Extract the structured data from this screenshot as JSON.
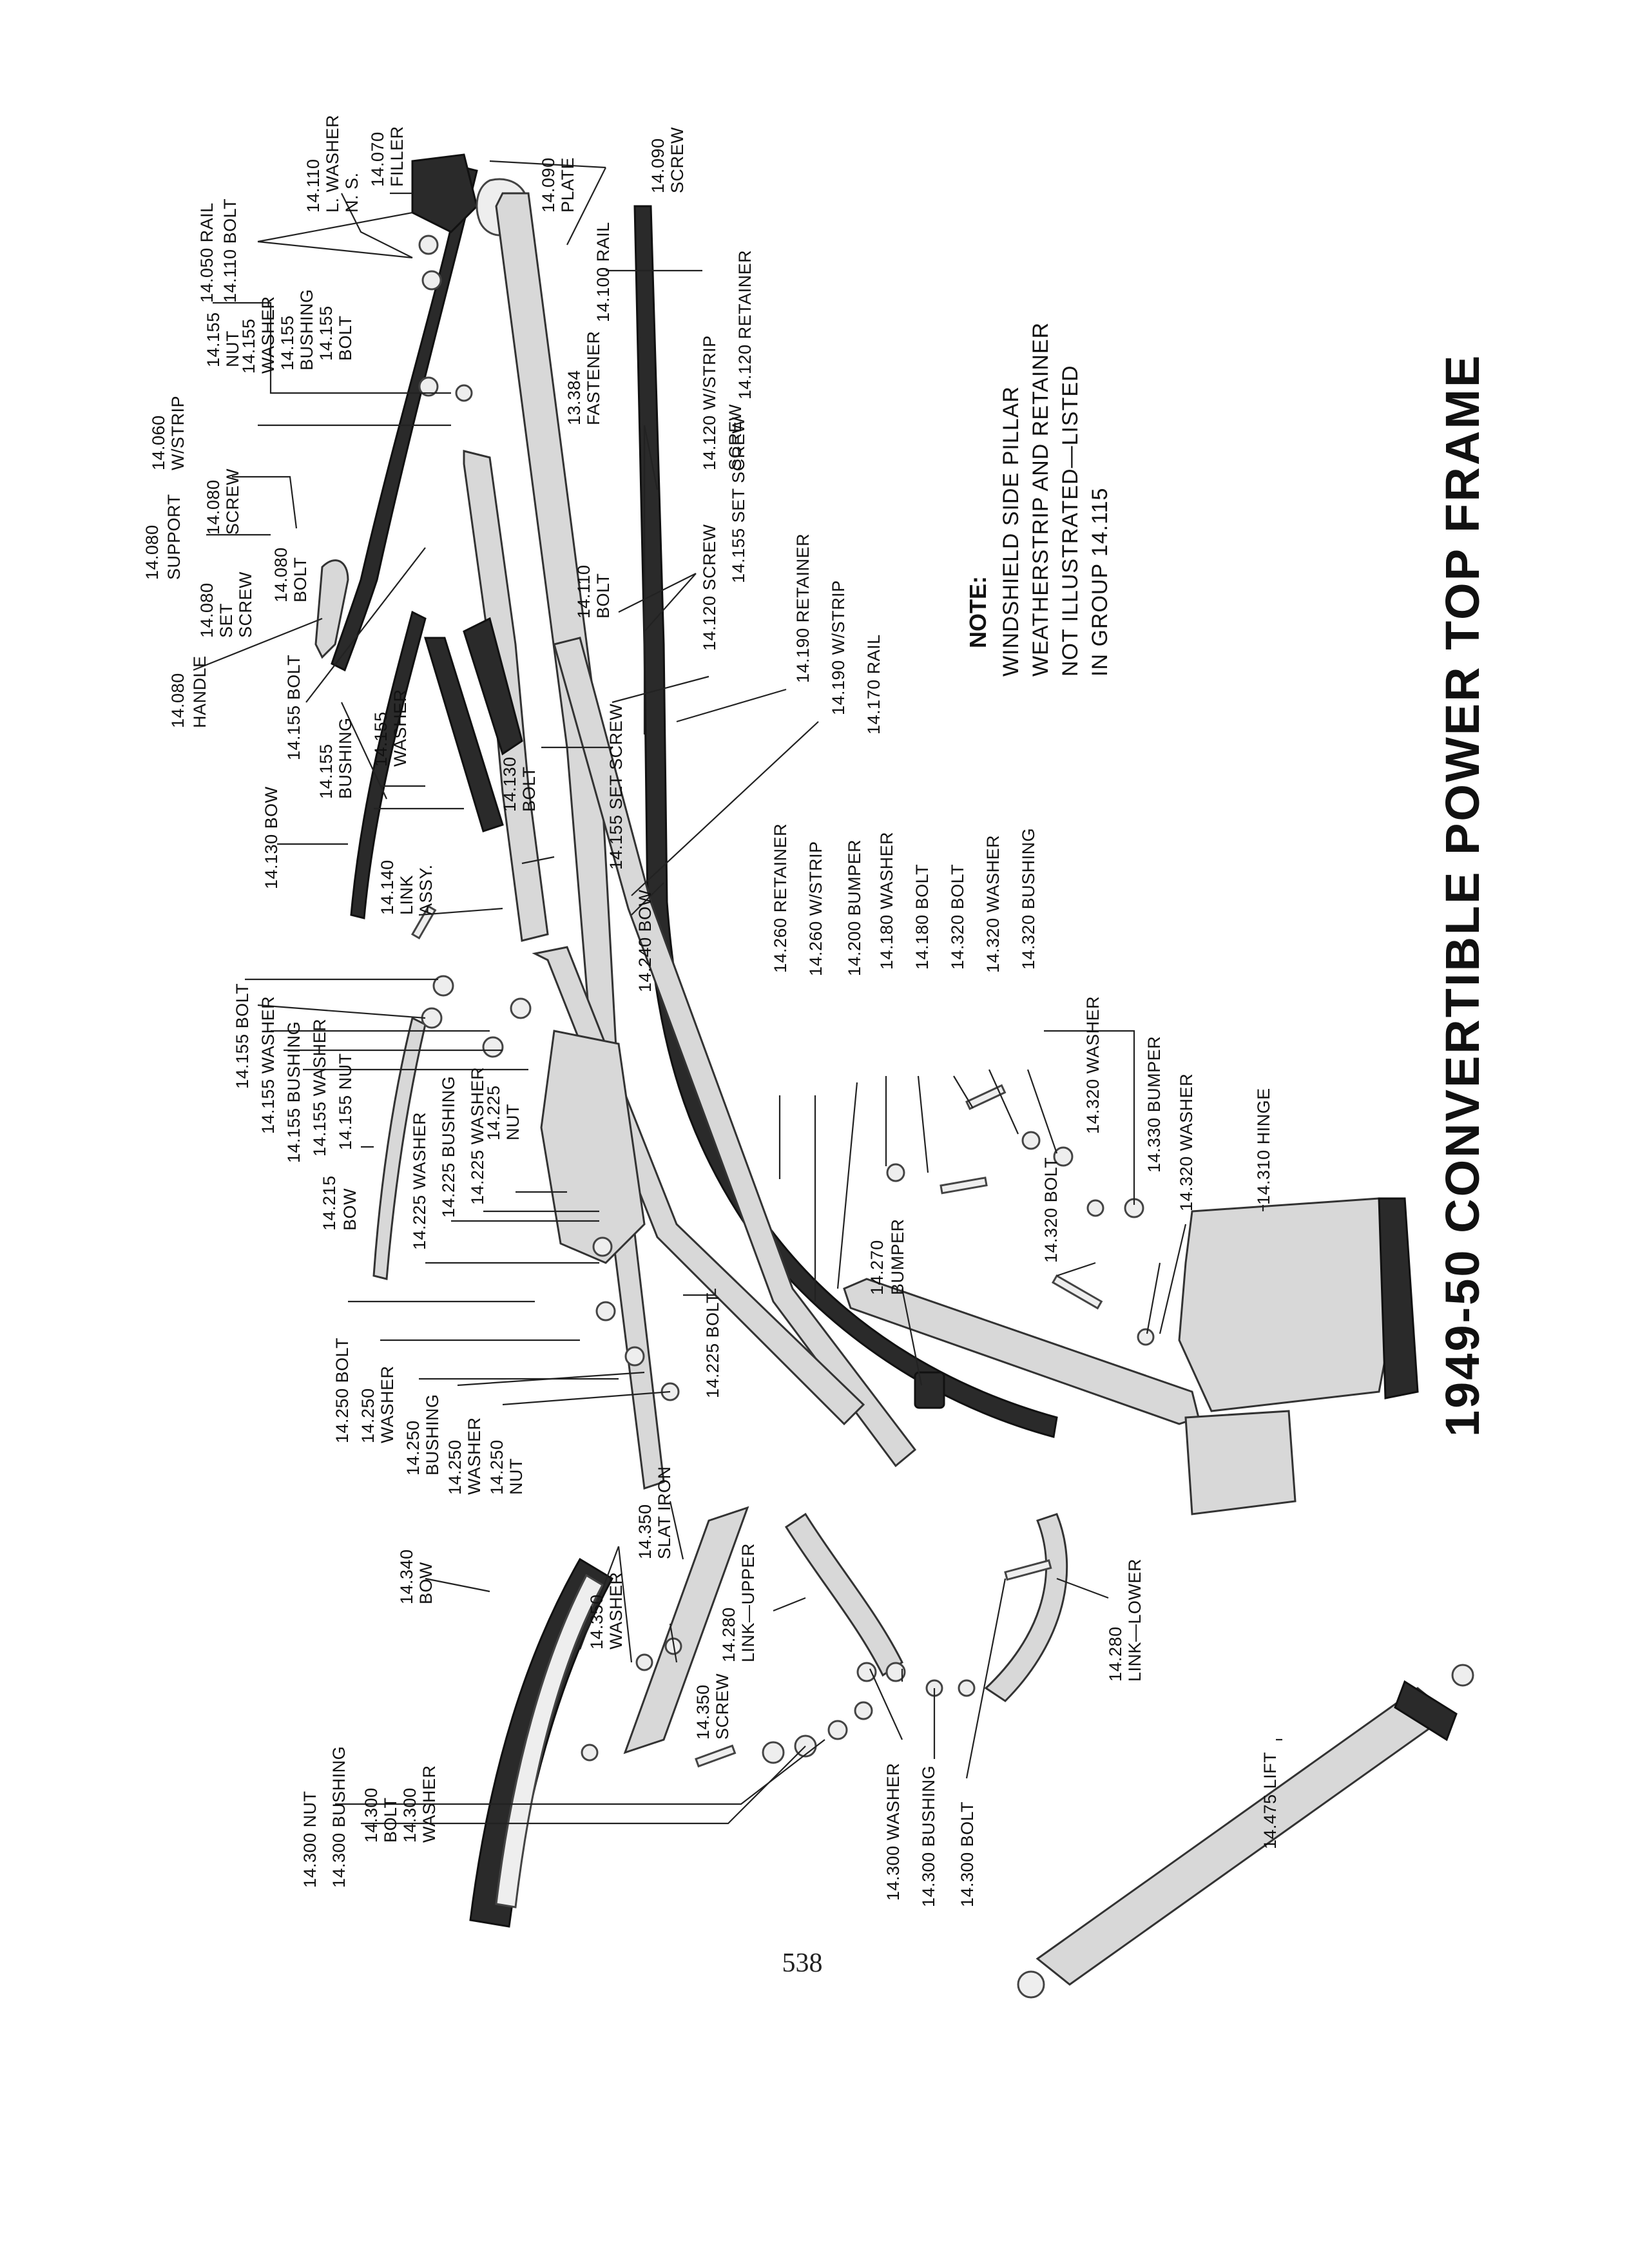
{
  "title": "1949-50 CONVERTIBLE POWER TOP FRAME",
  "page_number": "538",
  "note": {
    "heading": "NOTE:",
    "lines": [
      "WINDSHIELD SIDE PILLAR",
      "WEATHERSTRIP AND RETAINER",
      "NOT ILLUSTRATED—LISTED",
      "IN GROUP 14.115"
    ]
  },
  "labels": {
    "c1": [
      "14.050 RAIL",
      "14.110 BOLT"
    ],
    "c2": [
      "14.110",
      "L. WASHER",
      "N. S."
    ],
    "c3": [
      "14.070",
      "FILLER"
    ],
    "c4": [
      "14.090",
      "PLATE"
    ],
    "c5": [
      "14.090",
      "SCREW"
    ],
    "c6": [
      "14.155",
      "NUT"
    ],
    "c7": [
      "14.155",
      "WASHER"
    ],
    "c8": [
      "14.155",
      "BUSHING"
    ],
    "c9": [
      "14.155",
      "BOLT"
    ],
    "c10": [
      "14.060",
      "W/STRIP"
    ],
    "c11": [
      "14.080",
      "SUPPORT"
    ],
    "c12": [
      "14.080",
      "SCREW"
    ],
    "c13": [
      "14.080",
      "HANDLE"
    ],
    "c14": [
      "14.080",
      "SET",
      "SCREW"
    ],
    "c15": [
      "14.080",
      "BOLT"
    ],
    "c16": [
      "14.100 RAIL"
    ],
    "c17": [
      "13.384",
      "FASTENER"
    ],
    "c18": [
      "14.120 RETAINER"
    ],
    "c19": [
      "14.120 W/STRIP"
    ],
    "c20": [
      "SCREW"
    ],
    "c21": [
      "14.155 SET SCREW"
    ],
    "c22": [
      "14.110",
      "BOLT"
    ],
    "c23": [
      "14.120 SCREW"
    ],
    "c24": [
      "14.190 RETAINER"
    ],
    "c25": [
      "14.190 W/STRIP"
    ],
    "c26": [
      "14.170 RAIL"
    ],
    "c27": [
      "14.155 SET SCREW"
    ],
    "c28": [
      "14.155 BOLT"
    ],
    "c29": [
      "14.155",
      "BUSHING"
    ],
    "c30": [
      "14.155",
      "WASHER"
    ],
    "c31": [
      "14.130 BOW"
    ],
    "c32": [
      "14.130",
      "BOLT"
    ],
    "c33": [
      "14.140",
      "LINK",
      "ASSY."
    ],
    "c34": [
      "14.240 BOW"
    ],
    "c35": [
      "14.260 RETAINER"
    ],
    "c36": [
      "14.260 W/STRIP"
    ],
    "c37": [
      "14.200 BUMPER"
    ],
    "c38": [
      "14.180 WASHER"
    ],
    "c39": [
      "14.180 BOLT"
    ],
    "c40": [
      "14.320 BOLT"
    ],
    "c41": [
      "14.320 WASHER"
    ],
    "c42": [
      "14.320 BUSHING"
    ],
    "c43": [
      "14.320 WASHER"
    ],
    "c44": [
      "14.155 BOLT"
    ],
    "c45": [
      "14.155 WASHER"
    ],
    "c46": [
      "14.155 BUSHING"
    ],
    "c47": [
      "14.155 WASHER"
    ],
    "c48": [
      "14.155 NUT"
    ],
    "c49": [
      "14.215",
      "BOW"
    ],
    "c50": [
      "14.225 WASHER"
    ],
    "c51": [
      "14.225 BUSHING"
    ],
    "c52": [
      "14.225 WASHER"
    ],
    "c53": [
      "14.225",
      "NUT"
    ],
    "c54": [
      "14.320 BOLT"
    ],
    "c55": [
      "14.330 BUMPER"
    ],
    "c56": [
      "14.320 WASHER"
    ],
    "c57": [
      "14.310 HINGE"
    ],
    "c58": [
      "14.270",
      "BUMPER"
    ],
    "c59": [
      "14.225 BOLT"
    ],
    "c60": [
      "14.250 BOLT"
    ],
    "c61": [
      "14.250",
      "WASHER"
    ],
    "c62": [
      "14.250",
      "BUSHING"
    ],
    "c63": [
      "14.250",
      "WASHER"
    ],
    "c64": [
      "14.250",
      "NUT"
    ],
    "c65": [
      "14.350",
      "SLAT IRON"
    ],
    "c66": [
      "14.340",
      "BOW"
    ],
    "c67": [
      "14.350",
      "WASHER"
    ],
    "c68": [
      "14.350",
      "SCREW"
    ],
    "c69": [
      "14.280",
      "LINK—UPPER"
    ],
    "c70": [
      "14.280",
      "LINK—LOWER"
    ],
    "c71": [
      "14.300 NUT"
    ],
    "c72": [
      "14.300 BUSHING"
    ],
    "c73": [
      "14.300",
      "BOLT"
    ],
    "c74": [
      "14.300",
      "WASHER"
    ],
    "c75": [
      "14.300 WASHER"
    ],
    "c76": [
      "14.300 BUSHING"
    ],
    "c77": [
      "14.300 BOLT"
    ],
    "c78": [
      "14.475 LIFT"
    ]
  }
}
